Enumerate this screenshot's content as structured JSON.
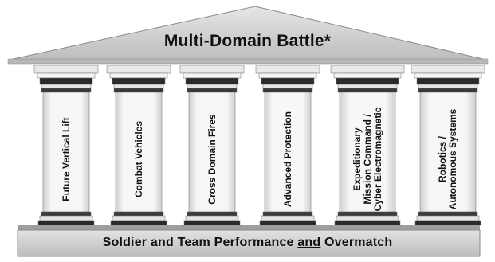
{
  "roof": {
    "title": "Multi-Domain Battle*"
  },
  "columns": [
    {
      "label": "Future Vertical Lift"
    },
    {
      "label": "Combat Vehicles"
    },
    {
      "label": "Cross Domain Fires"
    },
    {
      "label": "Advanced Protection"
    },
    {
      "label": "Expeditionary\nMission Command /\nCyber Electromagnetic"
    },
    {
      "label": "Robotics /\nAutonomous Systems"
    }
  ],
  "base": {
    "text_before": "Soldier and Team Performance ",
    "text_underlined": "and",
    "text_after": " Overmatch"
  },
  "colors": {
    "roof_fill": "#d4d4d4",
    "column_fill": "#f4f4f4",
    "band_dark": "#2a2a2a",
    "base_fill": "#cfcfcf"
  }
}
